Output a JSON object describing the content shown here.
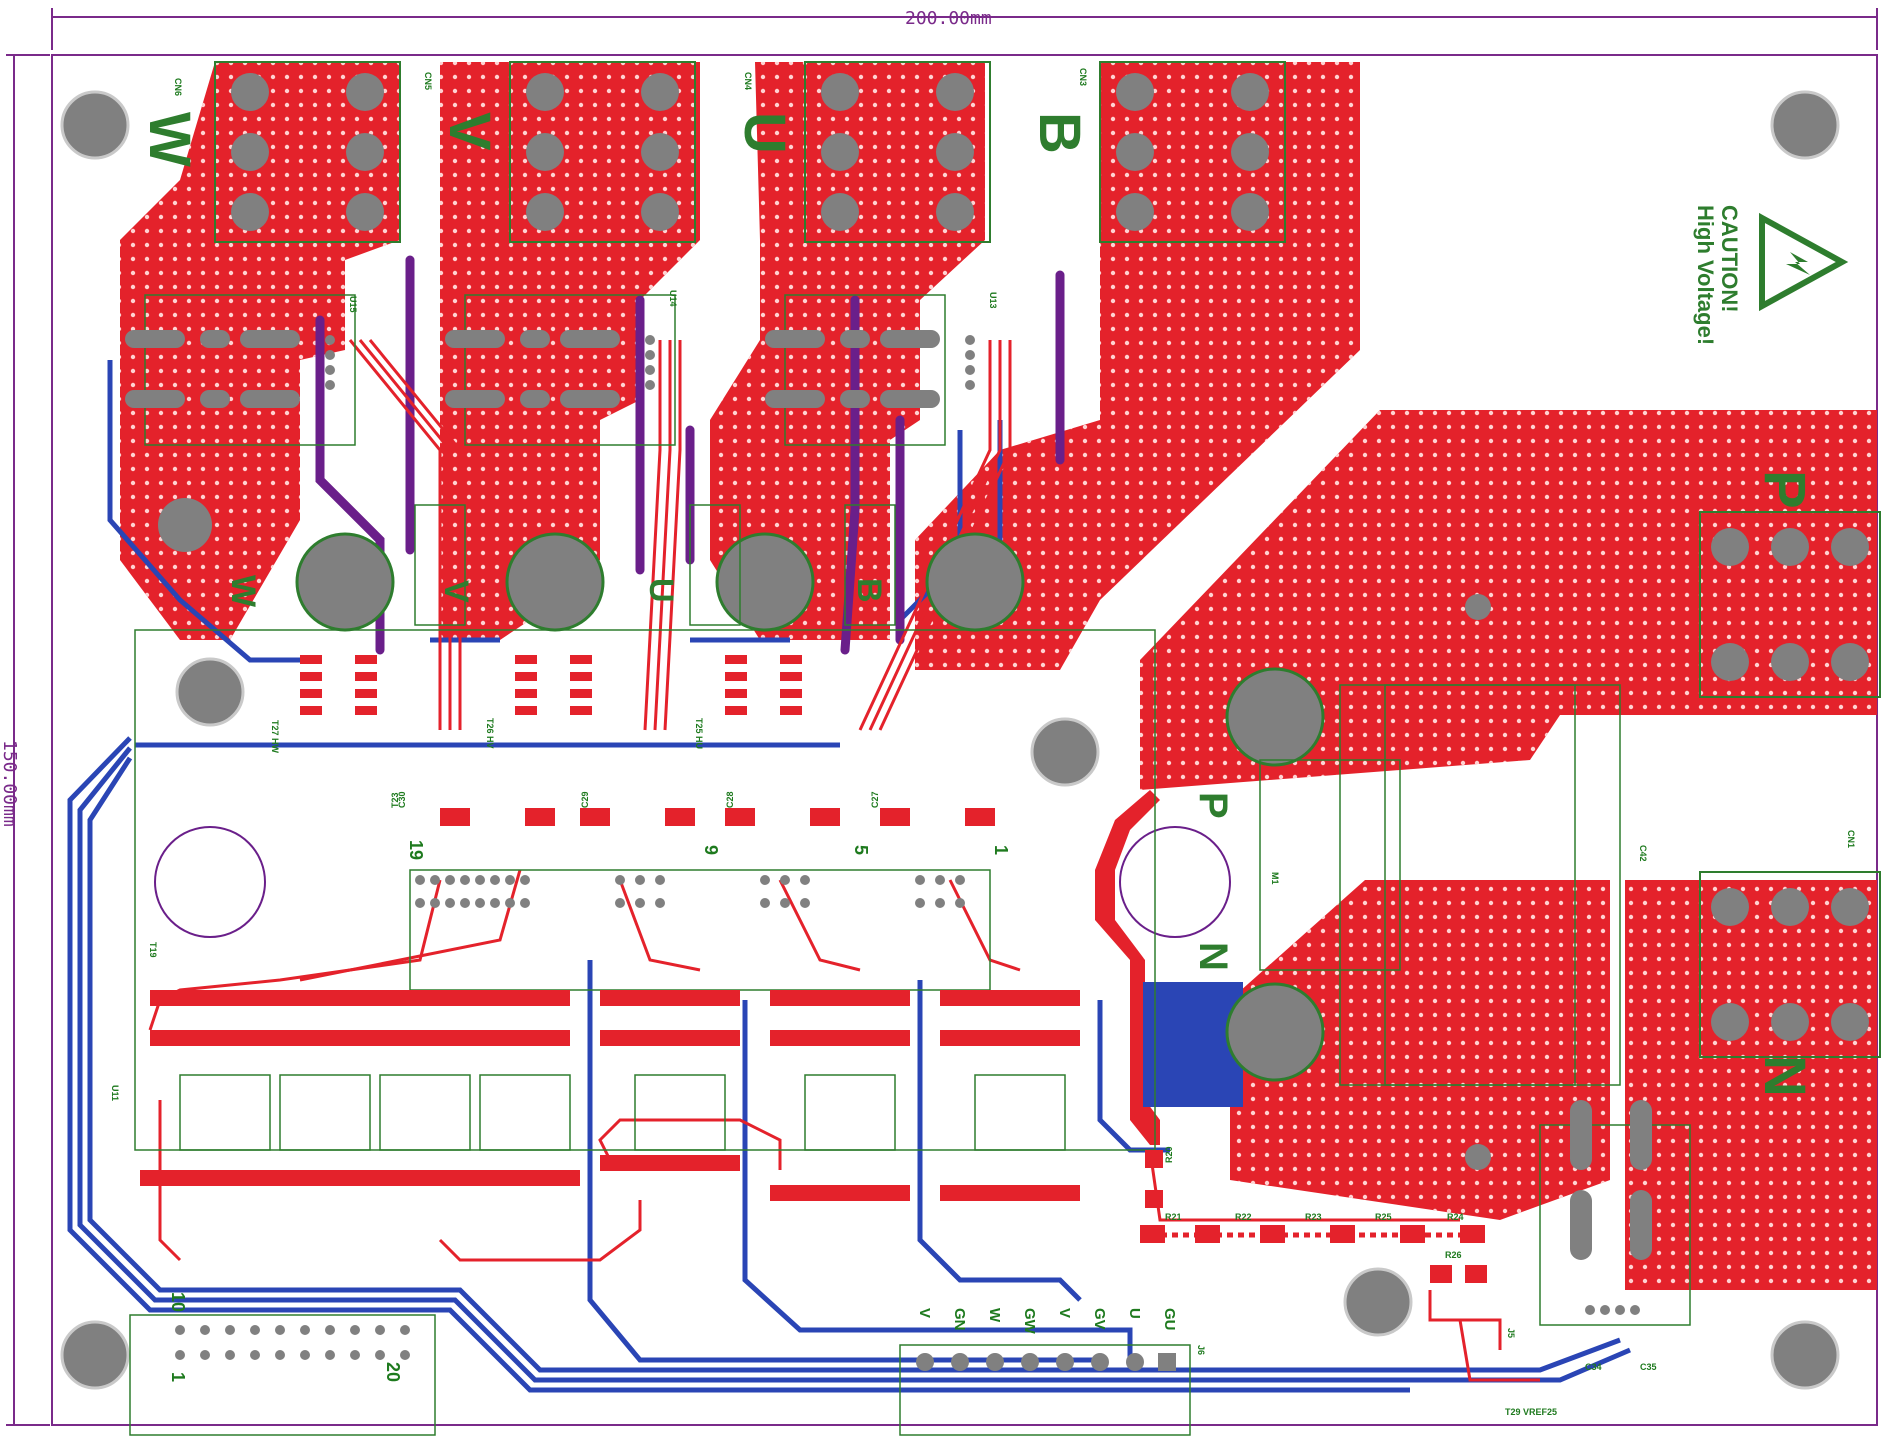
{
  "dimensions": {
    "width": "200.00mm",
    "height": "150.00mm"
  },
  "connectors_top": [
    {
      "ref": "CN6",
      "label": "W"
    },
    {
      "ref": "CN5",
      "label": "V"
    },
    {
      "ref": "CN4",
      "label": "U"
    },
    {
      "ref": "CN3",
      "label": "B"
    }
  ],
  "connectors_right": [
    {
      "ref": "",
      "label": "P"
    },
    {
      "ref": "CN1",
      "label": "N"
    }
  ],
  "caution": {
    "line1": "CAUTION!",
    "line2": "High Voltage!"
  },
  "ic_refs": [
    "U15",
    "U14",
    "U13"
  ],
  "phase_labels": [
    "W",
    "V",
    "U",
    "B"
  ],
  "transistor_refs": [
    "T27 HW",
    "T26 HV",
    "T25 HU"
  ],
  "cap_refs": [
    "C30",
    "C29",
    "C28",
    "C27"
  ],
  "header_pin_labels": [
    "19",
    "9",
    "5",
    "1"
  ],
  "bus_labels": {
    "p": "P",
    "n": "N"
  },
  "misc_refs": [
    "T23",
    "M1",
    "C42",
    "R20",
    "U11",
    "T19",
    "T29 VREF25",
    "J5",
    "J6",
    "C34",
    "C35",
    "R26"
  ],
  "resistor_chain": [
    "R21",
    "R22",
    "R23",
    "R25",
    "R24"
  ],
  "left_header_pins": {
    "top": "10",
    "bottom": "20",
    "left": "1"
  },
  "j6_pins": [
    "V",
    "GN",
    "W",
    "GW",
    "V",
    "GV",
    "U",
    "GU"
  ],
  "colors": {
    "copper_top": "#e4222b",
    "copper_bottom": "#2a45b5",
    "silk": "#2e7d2e",
    "pad": "#808080",
    "keepout": "#6a1f8a"
  }
}
